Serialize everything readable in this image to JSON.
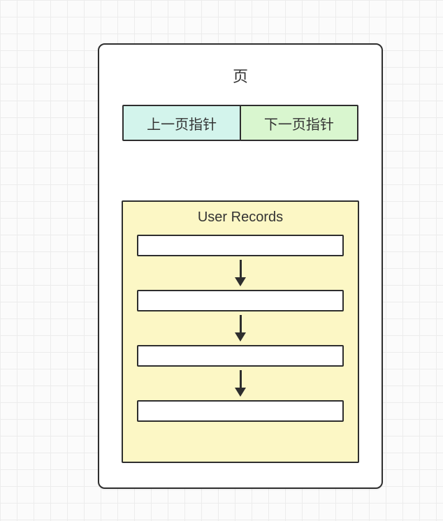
{
  "diagram": {
    "page_title": "页",
    "pointers": {
      "prev_label": "上一页指针",
      "next_label": "下一页指针"
    },
    "records": {
      "title": "User Records",
      "slot_count": 4
    }
  },
  "colors": {
    "canvas_bg": "#fbfbfb",
    "grid_line": "#ececec",
    "border": "#2e2e2e",
    "prev_pointer_bg": "#d3f4ec",
    "next_pointer_bg": "#d9f6cf",
    "records_bg": "#fcf7c5",
    "slot_bg": "#ffffff",
    "text": "#333333"
  }
}
